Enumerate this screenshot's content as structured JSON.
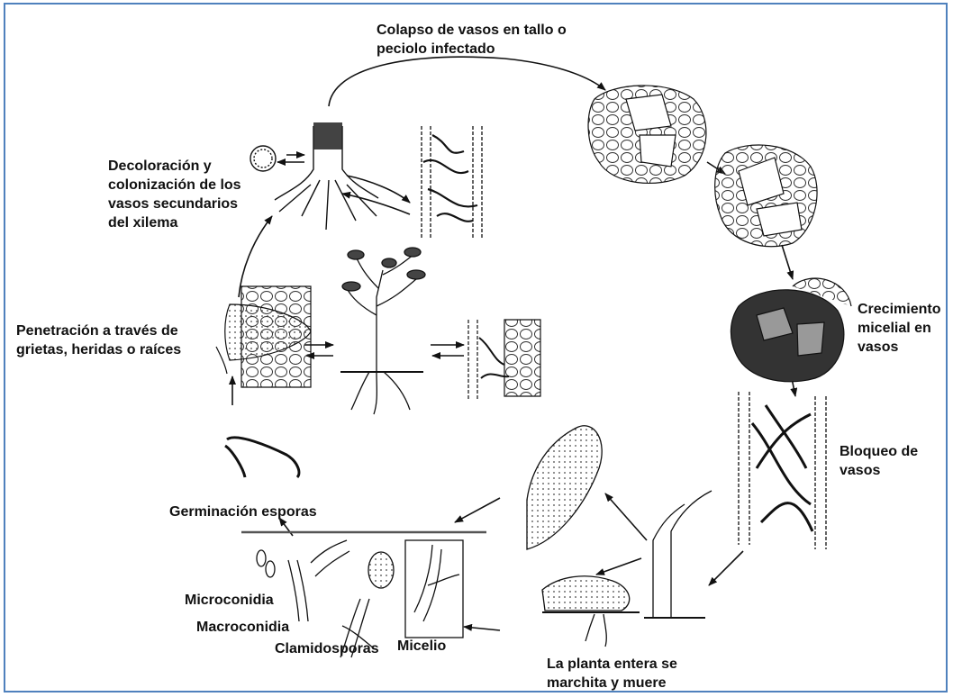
{
  "labels": {
    "collapse": [
      "Colapso de vasos en tallo o",
      "peciolo infectado"
    ],
    "discoloration": [
      "Decoloración y",
      "colonización de los",
      "vasos secundarios",
      "del xilema"
    ],
    "penetration": [
      "Penetración a través de",
      "grietas, heridas o raíces"
    ],
    "mycelial_growth": [
      "Crecimiento",
      "micelial en",
      "vasos"
    ],
    "blockage": [
      "Bloqueo de",
      "vasos"
    ],
    "germination": "Germinación esporas",
    "microconidia": "Microconidia",
    "macroconidia": "Macroconidia",
    "chlamydospores": "Clamidosporas",
    "mycelium": "Micelio",
    "wilt": [
      "La planta entera se",
      "marchita y muere"
    ]
  },
  "colors": {
    "frame": "#4f81bd",
    "ink": "#111111",
    "ground": "#555555"
  }
}
